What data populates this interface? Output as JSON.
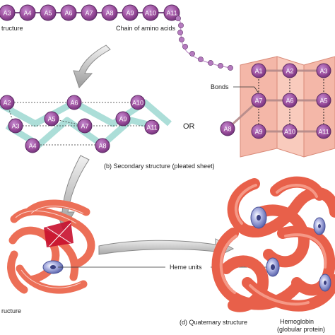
{
  "labels": {
    "primary_fragment": "tructure",
    "chain": "Chain of amino acids",
    "secondary": "(b) Secondary structure (pleated sheet)",
    "or": "OR",
    "bonds": "Bonds",
    "heme": "Heme units",
    "tertiary_fragment": "ructure",
    "quaternary": "(d) Quaternary structure",
    "hemoglobin_line1": "Hemoglobin",
    "hemoglobin_line2": "(globular protein)"
  },
  "primary_chain": [
    "A3",
    "A4",
    "A5",
    "A6",
    "A7",
    "A8",
    "A9",
    "A10",
    "A11"
  ],
  "pleated_sheet_residues": [
    "A2",
    "A3",
    "A4",
    "A5",
    "A6",
    "A7",
    "A8",
    "A9",
    "A10",
    "A11"
  ],
  "folded_sheet_residues": [
    "A1",
    "A2",
    "A3",
    "A7",
    "A6",
    "A5",
    "A8",
    "A9",
    "A10",
    "A11"
  ],
  "colors": {
    "residue_fill": "#9b4e9c",
    "residue_stroke": "#5a2a63",
    "chain_bead": "#b57bbf",
    "ribbon": "#a8dcd6",
    "sheet": "#f4b7a8",
    "protein": "#ec6f57",
    "heme": "#7f88c9"
  }
}
